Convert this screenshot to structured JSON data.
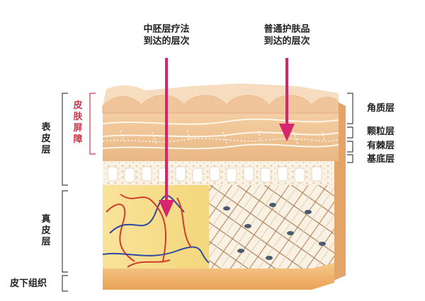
{
  "arrows": {
    "left_caption": [
      "中胚层疗法",
      "到达的层次"
    ],
    "right_caption": [
      "普通护肤品",
      "到达的层次"
    ],
    "color": "#d6246e"
  },
  "left_labels": {
    "epidermis": [
      "表",
      "皮",
      "层"
    ],
    "barrier": [
      "皮",
      "肤",
      "屏",
      "障"
    ],
    "dermis": [
      "真",
      "皮",
      "层"
    ],
    "subcutis": "皮下组织"
  },
  "right_labels": {
    "stratum_corneum": "角质层",
    "stratum_granulosum": "颗粒层",
    "stratum_spinosum": "有棘层",
    "stratum_basale": "基底层"
  },
  "colors": {
    "barrier_text": "#c8384a",
    "skin_top": "#f2c79b",
    "dermis_yellow": "#f6dc86",
    "base_orange": "#f0b066"
  }
}
